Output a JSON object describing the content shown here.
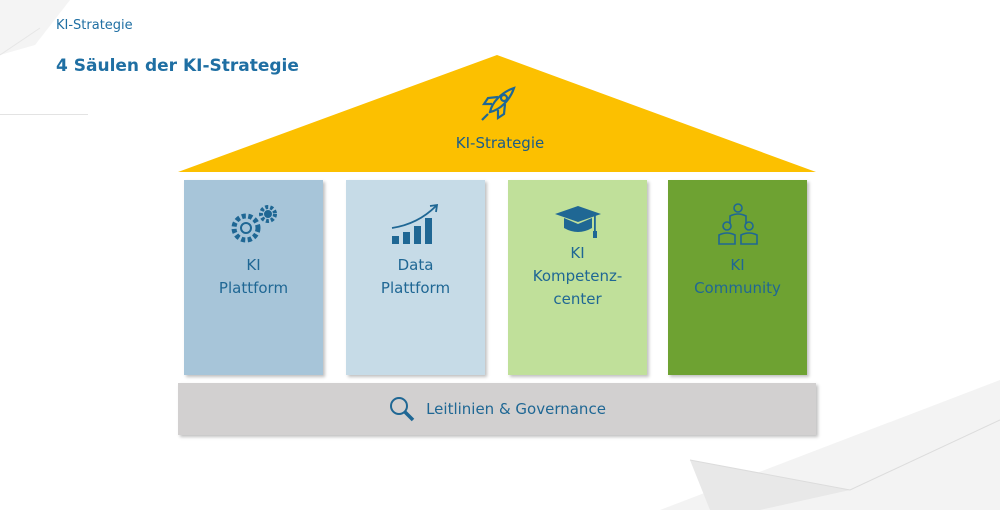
{
  "header": {
    "breadcrumb": "KI-Strategie",
    "title": "4 Säulen der KI-Strategie"
  },
  "roof": {
    "label": "KI-Strategie",
    "icon": "rocket-icon",
    "color": "#fcc000"
  },
  "pillars": [
    {
      "line1": "KI",
      "line2": "Plattform",
      "icon": "gears-icon",
      "color": "#a7c5d9"
    },
    {
      "line1": "Data",
      "line2": "Plattform",
      "icon": "growth-chart-icon",
      "color": "#c6dbe7"
    },
    {
      "line1": "KI",
      "line2": "Kompetenz-",
      "line3": "center",
      "icon": "graduation-cap-icon",
      "color": "#c0e09a"
    },
    {
      "line1": "KI",
      "line2": "Community",
      "icon": "community-icon",
      "color": "#6ea232"
    }
  ],
  "base": {
    "label": "Leitlinien & Governance",
    "icon": "magnifier-icon",
    "color": "#d2d0d0"
  }
}
